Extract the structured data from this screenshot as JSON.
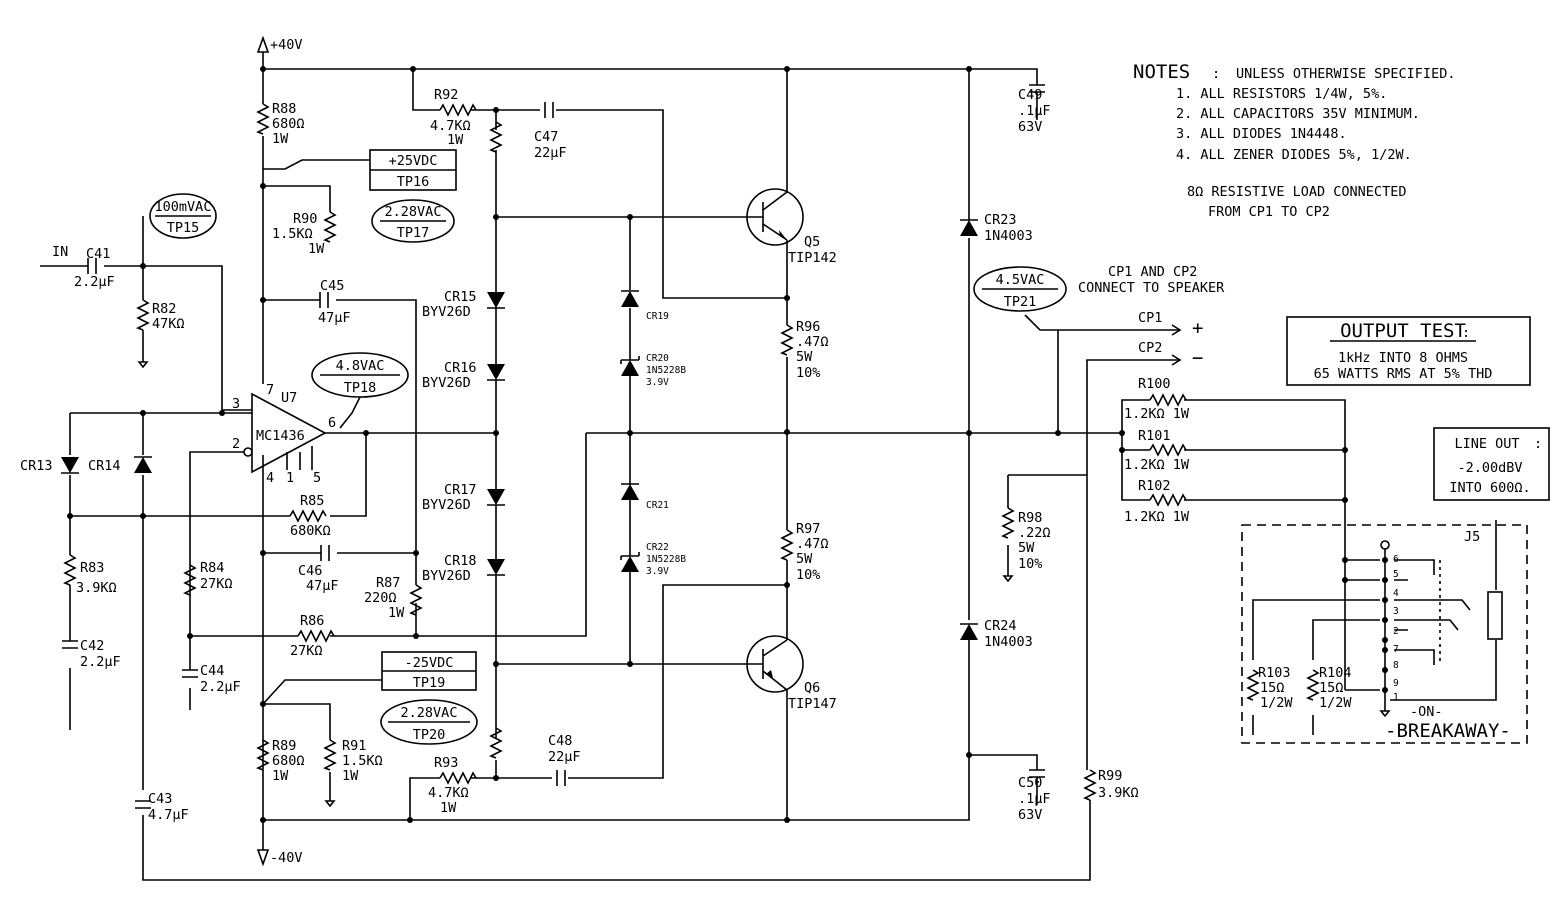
{
  "rails": {
    "pos": "+40V",
    "neg": "-40V"
  },
  "notes": {
    "title": "NOTES",
    "subtitle": "UNLESS OTHERWISE SPECIFIED.",
    "items": [
      "1. ALL RESISTORS 1/4W, 5%.",
      "2. ALL CAPACITORS 35V MINIMUM.",
      "3. ALL DIODES 1N4448.",
      "4. ALL ZENER DIODES 5%, 1/2W."
    ],
    "load1": "8Ω RESISTIVE LOAD CONNECTED",
    "load2": "FROM CP1 TO CP2"
  },
  "speaker": {
    "line1": "CP1 AND CP2",
    "line2": "CONNECT TO SPEAKER",
    "cp1": "CP1",
    "cp2": "CP2",
    "plus": "+",
    "minus": "−"
  },
  "output_test": {
    "title": "OUTPUT TEST",
    "line1": "1kHz INTO 8 OHMS",
    "line2": "65 WATTS RMS AT 5% THD"
  },
  "line_out": {
    "title": "LINE OUT",
    "line1": "-2.00dBV",
    "line2": "INTO 600Ω."
  },
  "test_points": {
    "tp15": {
      "value": "100mVAC",
      "name": "TP15"
    },
    "tp16": {
      "value": "+25VDC",
      "name": "TP16"
    },
    "tp17": {
      "value": "2.28VAC",
      "name": "TP17"
    },
    "tp18": {
      "value": "4.8VAC",
      "name": "TP18"
    },
    "tp19": {
      "value": "-25VDC",
      "name": "TP19"
    },
    "tp20": {
      "value": "2.28VAC",
      "name": "TP20"
    },
    "tp21": {
      "value": "4.5VAC",
      "name": "TP21"
    }
  },
  "input": {
    "label": "IN"
  },
  "opamp": {
    "ref": "U7",
    "part": "MC1436",
    "pin7": "7",
    "pin3": "3",
    "pin2": "2",
    "pin6": "6",
    "pin4": "4",
    "pin1": "1",
    "pin5": "5"
  },
  "transistors": {
    "q5": {
      "ref": "Q5",
      "part": "TIP142"
    },
    "q6": {
      "ref": "Q6",
      "part": "TIP147"
    }
  },
  "resistors": {
    "r82": {
      "ref": "R82",
      "value": "47KΩ"
    },
    "r83": {
      "ref": "R83",
      "value": "3.9KΩ"
    },
    "r84": {
      "ref": "R84",
      "value": "27KΩ"
    },
    "r85": {
      "ref": "R85",
      "value": "680KΩ"
    },
    "r86": {
      "ref": "R86",
      "value": "27KΩ"
    },
    "r87": {
      "ref": "R87",
      "value": "220Ω",
      "rating": "1W"
    },
    "r88": {
      "ref": "R88",
      "value": "680Ω",
      "rating": "1W"
    },
    "r89": {
      "ref": "R89",
      "value": "680Ω",
      "rating": "1W"
    },
    "r90": {
      "ref": "R90",
      "value": "1.5KΩ",
      "rating": "1W"
    },
    "r91": {
      "ref": "R91",
      "value": "1.5KΩ",
      "rating": "1W"
    },
    "r92": {
      "ref": "R92",
      "value": "4.7KΩ",
      "rating": "1W"
    },
    "r93": {
      "ref": "R93",
      "value": "4.7KΩ",
      "rating": "1W"
    },
    "r96": {
      "ref": "R96",
      "value": ".47Ω",
      "rating": "5W",
      "tol": "10%"
    },
    "r97": {
      "ref": "R97",
      "value": ".47Ω",
      "rating": "5W",
      "tol": "10%"
    },
    "r98": {
      "ref": "R98",
      "value": ".22Ω",
      "rating": "5W",
      "tol": "10%"
    },
    "r99": {
      "ref": "R99",
      "value": "3.9KΩ"
    },
    "r100": {
      "ref": "R100",
      "value": "1.2KΩ 1W"
    },
    "r101": {
      "ref": "R101",
      "value": "1.2KΩ 1W"
    },
    "r102": {
      "ref": "R102",
      "value": "1.2KΩ 1W"
    },
    "r103": {
      "ref": "R103",
      "value": "15Ω",
      "rating": "1/2W"
    },
    "r104": {
      "ref": "R104",
      "value": "15Ω",
      "rating": "1/2W"
    }
  },
  "capacitors": {
    "c41": {
      "ref": "C41",
      "value": "2.2μF"
    },
    "c42": {
      "ref": "C42",
      "value": "2.2μF"
    },
    "c43": {
      "ref": "C43",
      "value": "4.7μF"
    },
    "c44": {
      "ref": "C44",
      "value": "2.2μF"
    },
    "c45": {
      "ref": "C45",
      "value": "47μF"
    },
    "c46": {
      "ref": "C46",
      "value": "47μF"
    },
    "c47": {
      "ref": "C47",
      "value": "22μF"
    },
    "c48": {
      "ref": "C48",
      "value": "22μF"
    },
    "c49": {
      "ref": "C49",
      "value": ".1μF",
      "rating": "63V"
    },
    "c50": {
      "ref": "C50",
      "value": ".1μF",
      "rating": "63V"
    }
  },
  "diodes": {
    "cr13": {
      "ref": "CR13"
    },
    "cr14": {
      "ref": "CR14"
    },
    "cr15": {
      "ref": "CR15",
      "part": "BYV26D"
    },
    "cr16": {
      "ref": "CR16",
      "part": "BYV26D"
    },
    "cr17": {
      "ref": "CR17",
      "part": "BYV26D"
    },
    "cr18": {
      "ref": "CR18",
      "part": "BYV26D"
    },
    "cr19": {
      "ref": "CR19"
    },
    "cr20": {
      "ref": "CR20",
      "part": "1N5228B",
      "v": "3.9V"
    },
    "cr21": {
      "ref": "CR21"
    },
    "cr22": {
      "ref": "CR22",
      "part": "1N5228B",
      "v": "3.9V"
    },
    "cr23": {
      "ref": "CR23",
      "part": "1N4003"
    },
    "cr24": {
      "ref": "CR24",
      "part": "1N4003"
    }
  },
  "jack": {
    "ref": "J5",
    "pins": [
      "6",
      "5",
      "4",
      "3",
      "2",
      "7",
      "8",
      "9",
      "1"
    ],
    "state": "-ON-",
    "breakaway": "-BREAKAWAY-"
  }
}
